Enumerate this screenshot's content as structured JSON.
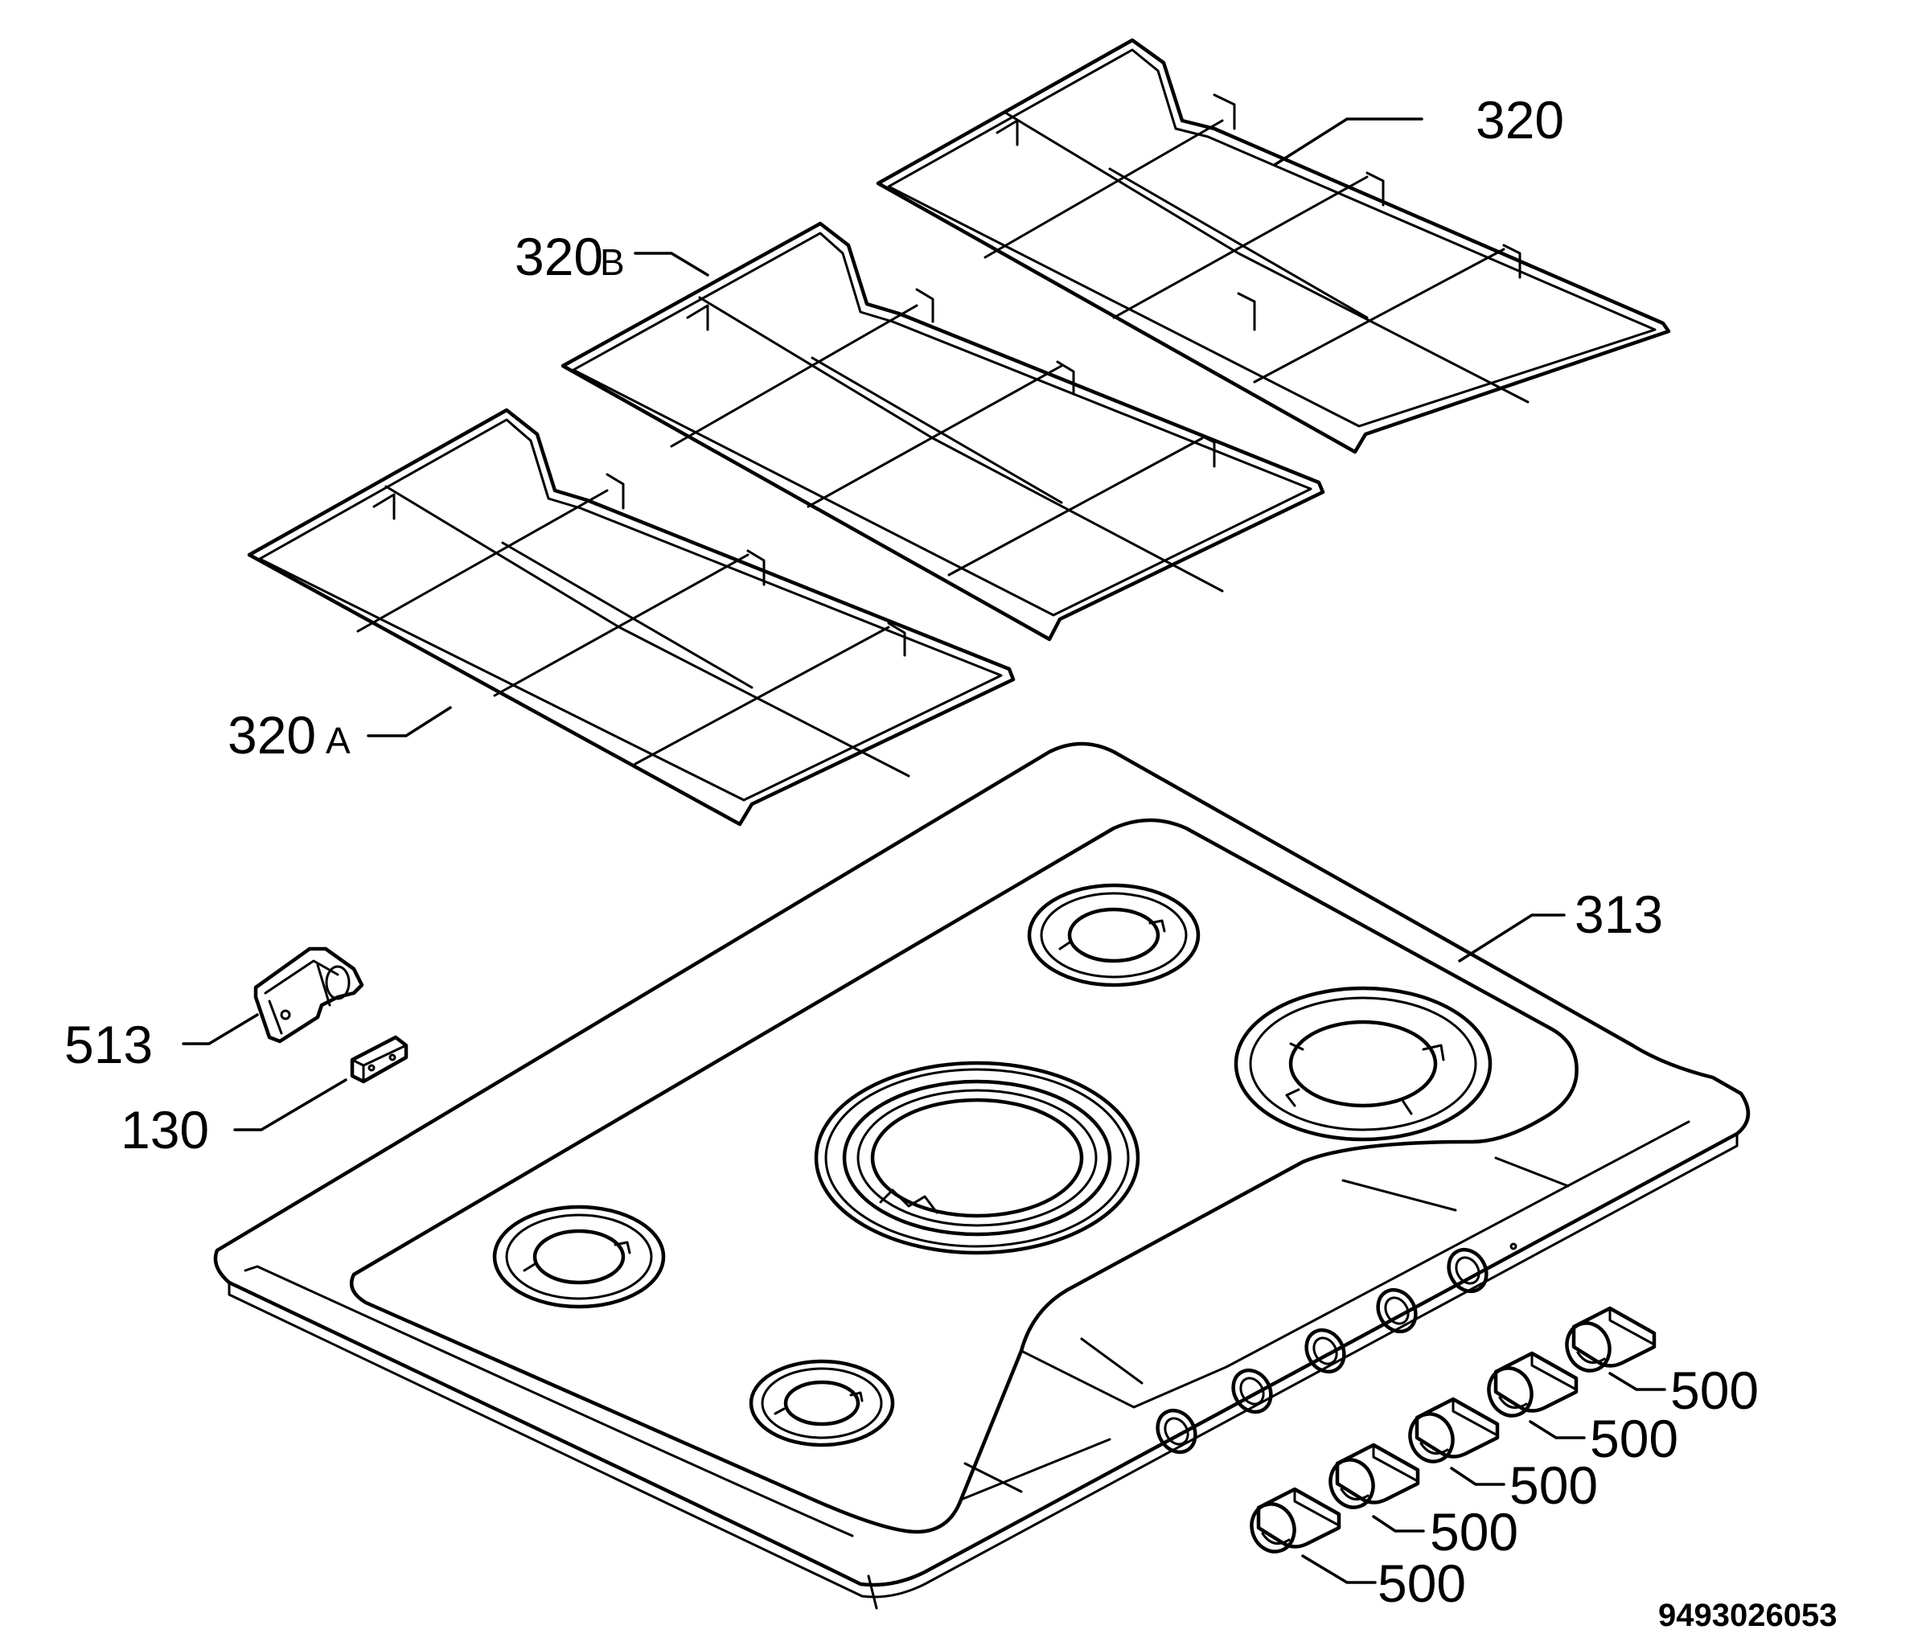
{
  "labels": {
    "grid_right": "320",
    "grid_middle_num": "320",
    "grid_middle_suffix": "B",
    "grid_left_num": "320",
    "grid_left_suffix": "A",
    "hob_top": "313",
    "bracket": "513",
    "clip": "130",
    "knob_1": "500",
    "knob_2": "500",
    "knob_3": "500",
    "knob_4": "500",
    "knob_5": "500"
  },
  "drawing_code": "9493026053"
}
